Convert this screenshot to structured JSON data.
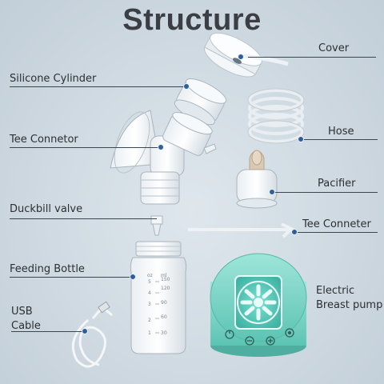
{
  "title": "Structure",
  "labels": {
    "cover": "Cover",
    "silicone_cylinder": "Silicone Cylinder",
    "tee_connector_left": "Tee Connetor",
    "hose": "Hose",
    "pacifier": "Pacifier",
    "duckbill_valve": "Duckbill valve",
    "tee_connector_right": "Tee Conneter",
    "feeding_bottle": "Feeding Bottle",
    "usb_line1": "USB",
    "usb_line2": "Cable",
    "pump_line1": "Electric",
    "pump_line2": "Breast pump"
  },
  "bottle_scale": {
    "unit_oz": "oz",
    "unit_ml": "ml",
    "oz_marks": [
      "5",
      "4",
      "3",
      "2",
      "1"
    ],
    "ml_marks": [
      "150",
      "120",
      "90",
      "60",
      "30"
    ]
  },
  "colors": {
    "accent_dot": "#2e5f9a",
    "pump_body": "#7fd6c8",
    "text": "#2c2f33"
  },
  "icons": [
    "power-icon",
    "minus-icon",
    "plus-icon",
    "mode-icon"
  ]
}
